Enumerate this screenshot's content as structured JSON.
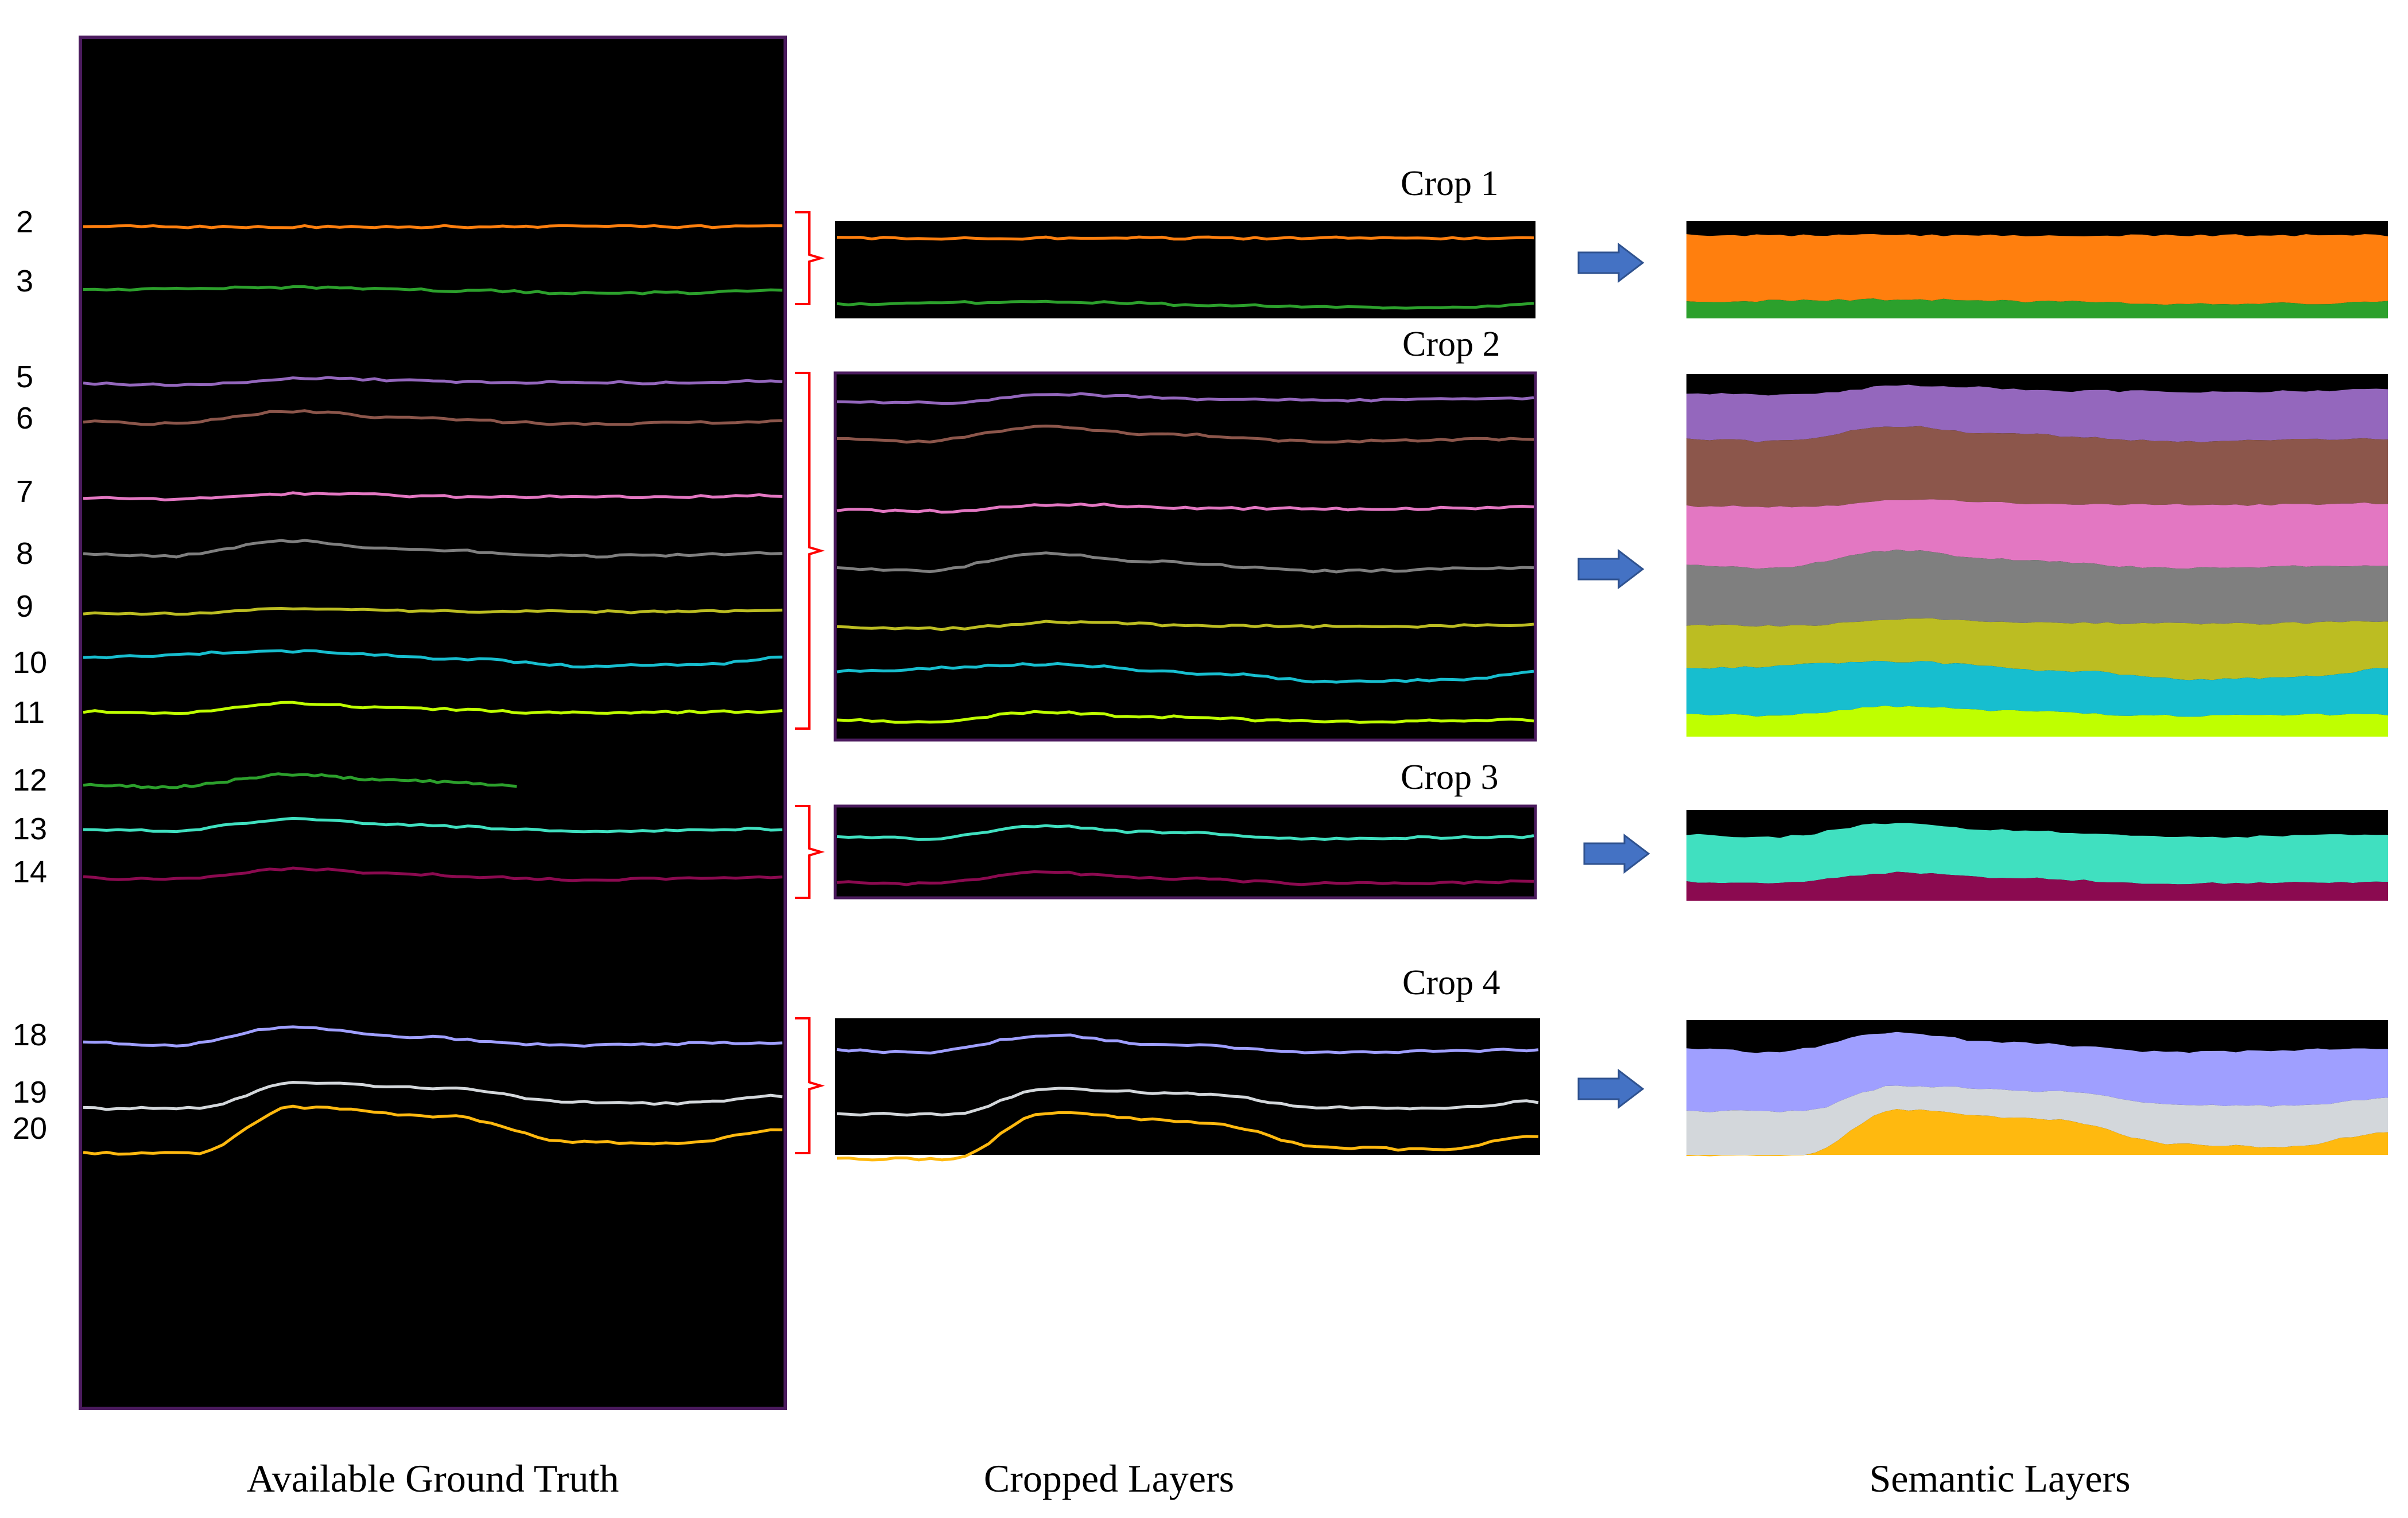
{
  "layer_numbers": [
    "2",
    "3",
    "5",
    "6",
    "7",
    "8",
    "9",
    "10",
    "11",
    "12",
    "13",
    "14",
    "18",
    "19",
    "20"
  ],
  "crops": [
    {
      "label": "Crop 1",
      "layers": [
        "2",
        "3"
      ]
    },
    {
      "label": "Crop 2",
      "layers": [
        "5",
        "6",
        "7",
        "8",
        "9",
        "10",
        "11"
      ]
    },
    {
      "label": "Crop 3",
      "layers": [
        "13",
        "14"
      ]
    },
    {
      "label": "Crop 4",
      "layers": [
        "18",
        "19",
        "20"
      ]
    }
  ],
  "captions": {
    "ground_truth": "Available Ground Truth",
    "cropped": "Cropped Layers",
    "semantic": "Semantic Layers"
  },
  "colors": {
    "2": "#ff7f0e",
    "3": "#2ca02c",
    "5": "#9467bd",
    "6": "#8c564b",
    "7": "#e377c2",
    "8": "#7f7f7f",
    "9": "#bcbd22",
    "10": "#17becf",
    "11": "#bfff00",
    "12": "#2ca02c",
    "13": "#40e0c0",
    "14": "#8b0a50",
    "18": "#9f9fff",
    "19": "#d3d7db",
    "20": "#ffb90f",
    "bracket": "#ff0000",
    "arrow": "#4472c4",
    "panel": "#000000"
  }
}
